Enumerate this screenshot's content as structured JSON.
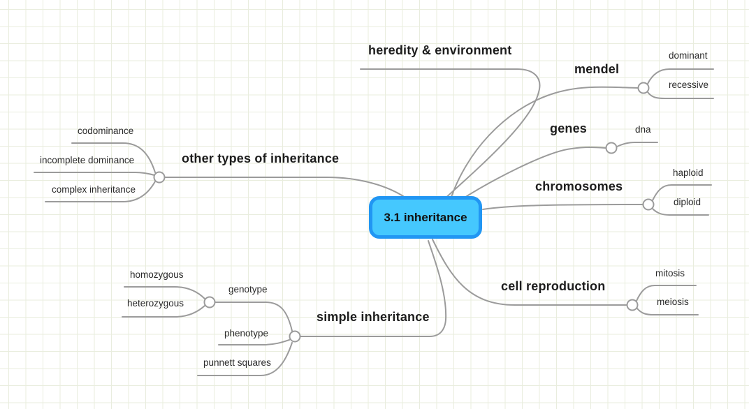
{
  "colors": {
    "root_fill": "#45c8fe",
    "root_border": "#2196f3",
    "branch_line": "#9b9b9b",
    "grid_line": "#e9edde",
    "label_text": "#1d1d1d"
  },
  "map": {
    "root": {
      "label": "3.1 inheritance"
    },
    "branches": [
      {
        "label": "heredity & environment",
        "children": []
      },
      {
        "label": "mendel",
        "children": [
          {
            "label": "dominant"
          },
          {
            "label": "recessive"
          }
        ]
      },
      {
        "label": "genes",
        "children": [
          {
            "label": "dna"
          }
        ]
      },
      {
        "label": "chromosomes",
        "children": [
          {
            "label": "haploid"
          },
          {
            "label": "diploid"
          }
        ]
      },
      {
        "label": "cell reproduction",
        "children": [
          {
            "label": "mitosis"
          },
          {
            "label": "meiosis"
          }
        ]
      },
      {
        "label": "simple inheritance",
        "children": [
          {
            "label": "genotype",
            "children": [
              {
                "label": "homozygous"
              },
              {
                "label": "heterozygous"
              }
            ]
          },
          {
            "label": "phenotype"
          },
          {
            "label": "punnett squares"
          }
        ]
      },
      {
        "label": "other types of inheritance",
        "children": [
          {
            "label": "codominance"
          },
          {
            "label": "incomplete dominance"
          },
          {
            "label": "complex inheritance"
          }
        ]
      }
    ]
  }
}
